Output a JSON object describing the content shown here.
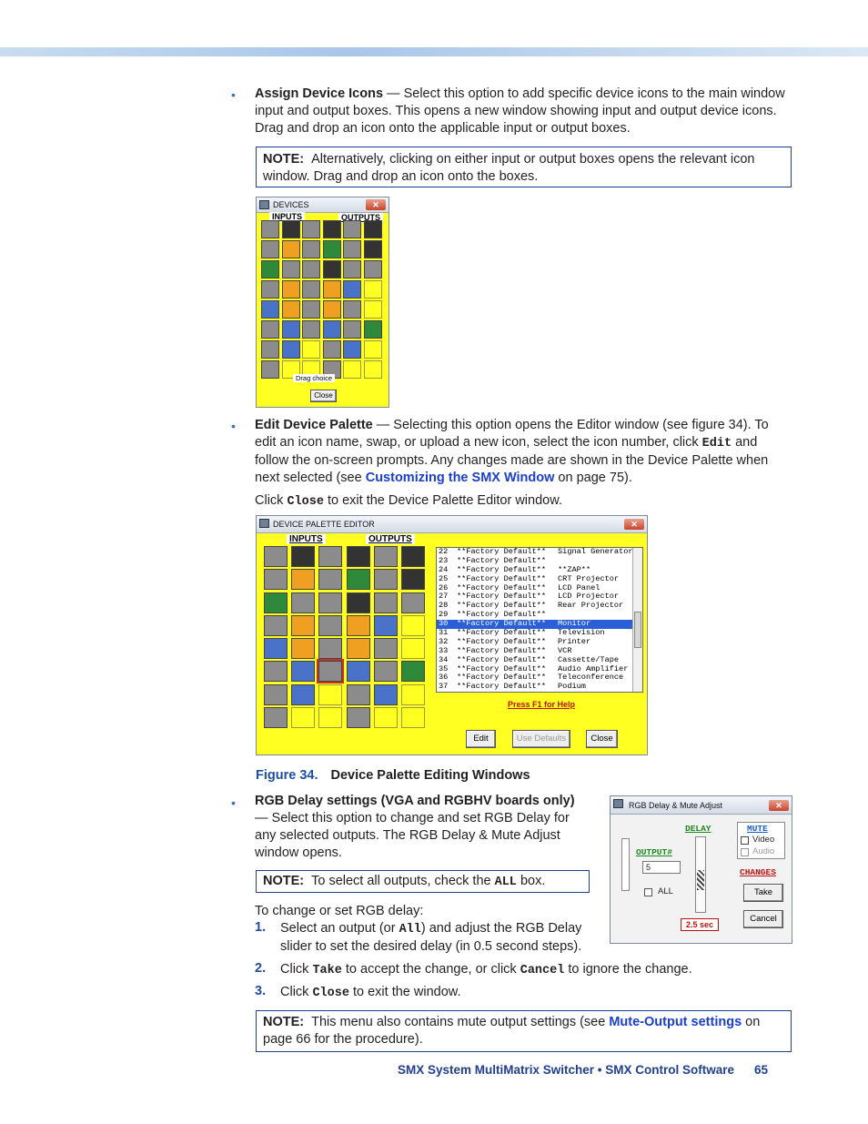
{
  "bullets": {
    "assign": {
      "title": "Assign Device Icons",
      "text": " — Select this option to add specific device icons to the main window input and output boxes. This opens a new window showing input and output device icons. Drag and drop an icon onto the applicable input or output boxes."
    },
    "edit": {
      "title": "Edit Device Palette",
      "text1": " — Selecting this option opens the Editor window (see figure 34). To edit an icon name, swap, or upload a new icon, select the icon number, click ",
      "code": "Edit",
      "text2": " and follow the on-screen prompts. Any changes made are shown in the Device Palette when next selected (see ",
      "link": "Customizing the SMX Window",
      "text3": " on page 75)."
    },
    "click_close": {
      "pre": "Click ",
      "code": "Close",
      "post": " to exit the Device Palette Editor window."
    },
    "rgb": {
      "title": "RGB Delay settings (VGA and RGBHV boards only)",
      "text": "— Select this option to change and set RGB Delay for any selected outputs. The RGB Delay & Mute Adjust window opens."
    }
  },
  "notes": {
    "note1": {
      "label": "NOTE:",
      "text": "Alternatively, clicking on either input or output boxes opens the relevant icon window. Drag and drop an icon onto the boxes."
    },
    "note2": {
      "label": "NOTE:",
      "pre": "To select all outputs, check the ",
      "code": "ALL",
      "post": " box."
    },
    "note3": {
      "label": "NOTE:",
      "pre": "This menu also contains mute output settings (see ",
      "link": "Mute-Output settings",
      "post": " on page 66 for the procedure)."
    }
  },
  "devices_window": {
    "title": "DEVICES",
    "inputs": "INPUTS",
    "outputs": "OUTPUTS",
    "drag": "Drag choice",
    "close": "Close"
  },
  "editor_window": {
    "title": "DEVICE PALETTE EDITOR",
    "inputs": "INPUTS",
    "outputs": "OUTPUTS",
    "list": [
      {
        "n": "22",
        "name": "**Factory Default**",
        "dev": "Signal Generator"
      },
      {
        "n": "23",
        "name": "**Factory Default**",
        "dev": ""
      },
      {
        "n": "24",
        "name": "**Factory Default**",
        "dev": "**ZAP**"
      },
      {
        "n": "25",
        "name": "**Factory Default**",
        "dev": "CRT Projector"
      },
      {
        "n": "26",
        "name": "**Factory Default**",
        "dev": "LCD Panel"
      },
      {
        "n": "27",
        "name": "**Factory Default**",
        "dev": "LCD Projector"
      },
      {
        "n": "28",
        "name": "**Factory Default**",
        "dev": "Rear Projector"
      },
      {
        "n": "29",
        "name": "**Factory Default**",
        "dev": ""
      },
      {
        "n": "30",
        "name": "**Factory Default**",
        "dev": "Monitor"
      },
      {
        "n": "31",
        "name": "**Factory Default**",
        "dev": "Television"
      },
      {
        "n": "32",
        "name": "**Factory Default**",
        "dev": "Printer"
      },
      {
        "n": "33",
        "name": "**Factory Default**",
        "dev": "VCR"
      },
      {
        "n": "34",
        "name": "**Factory Default**",
        "dev": "Cassette/Tape"
      },
      {
        "n": "35",
        "name": "**Factory Default**",
        "dev": "Audio Amplifier"
      },
      {
        "n": "36",
        "name": "**Factory Default**",
        "dev": "Teleconference"
      },
      {
        "n": "37",
        "name": "**Factory Default**",
        "dev": "Podium"
      }
    ],
    "help": "Press F1 for Help",
    "edit": "Edit",
    "use_defaults": "Use Defaults",
    "close": "Close"
  },
  "figure": {
    "label": "Figure 34.",
    "title": "Device Palette Editing Windows"
  },
  "rgb_window": {
    "title": "RGB Delay & Mute Adjust",
    "delay": "DELAY",
    "output": "OUTPUT#",
    "output_value": "5",
    "all": "ALL",
    "mute": "MUTE",
    "video": "Video",
    "audio": "Audio",
    "changes": "CHANGES",
    "take": "Take",
    "cancel": "Cancel",
    "delay_value": "2.5 sec"
  },
  "steps": {
    "intro": "To change or set RGB delay:",
    "s1": {
      "num": "1.",
      "pre": "Select an output (or ",
      "code": "All",
      "post": ") and adjust the RGB Delay slider to set the desired delay (in 0.5 second steps)."
    },
    "s2": {
      "num": "2.",
      "pre": "Click ",
      "code1": "Take",
      "mid": " to accept the change, or click ",
      "code2": "Cancel",
      "post": " to ignore the change."
    },
    "s3": {
      "num": "3.",
      "pre": "Click ",
      "code": "Close",
      "post": " to exit the window."
    }
  },
  "footer": {
    "text": "SMX System MultiMatrix Switcher • SMX Control Software",
    "page": "65"
  }
}
